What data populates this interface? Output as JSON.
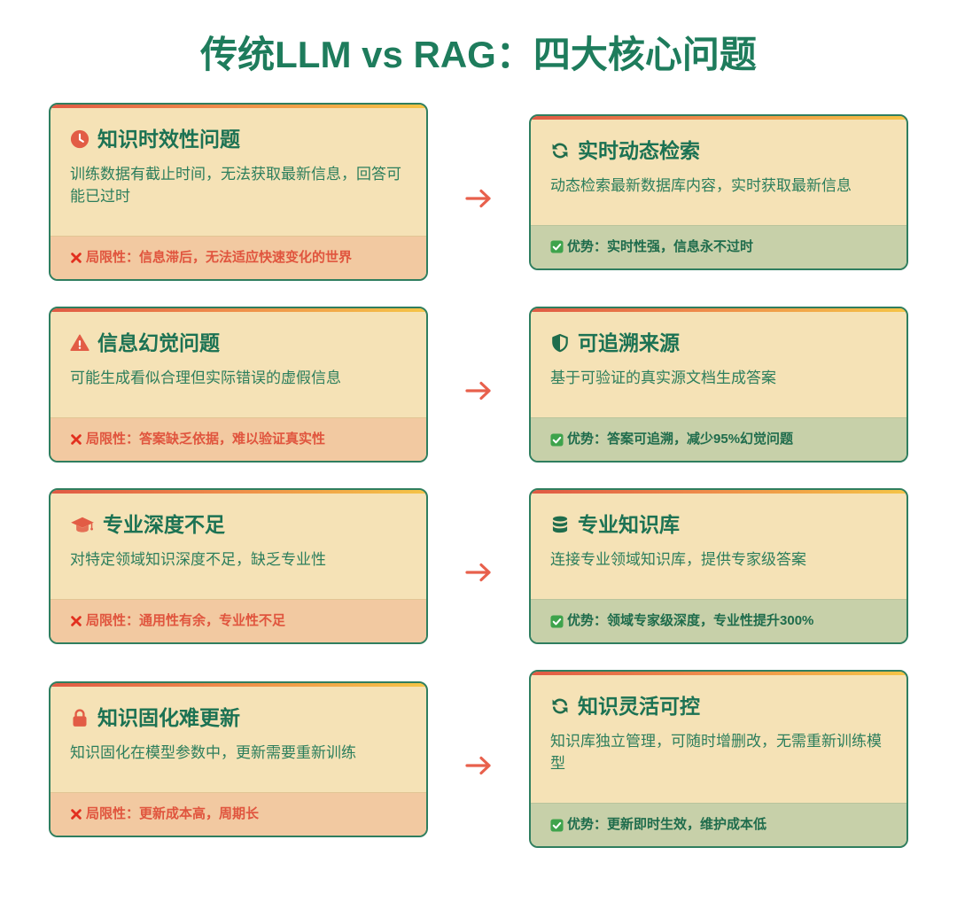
{
  "title": "传统LLM vs RAG：四大核心问题",
  "labels": {
    "limitation": "局限性：",
    "advantage": "优势："
  },
  "rows": [
    {
      "problem": {
        "icon": "clock-icon",
        "title": "知识时效性问题",
        "description": "训练数据有截止时间，无法获取最新信息，回答可能已过时",
        "limitation": "信息滞后，无法适应快速变化的世界"
      },
      "solution": {
        "icon": "sync-icon",
        "title": "实时动态检索",
        "description": "动态检索最新数据库内容，实时获取最新信息",
        "advantage": "实时性强，信息永不过时"
      }
    },
    {
      "problem": {
        "icon": "warning-icon",
        "title": "信息幻觉问题",
        "description": "可能生成看似合理但实际错误的虚假信息",
        "limitation": "答案缺乏依据，难以验证真实性"
      },
      "solution": {
        "icon": "shield-icon",
        "title": "可追溯来源",
        "description": "基于可验证的真实源文档生成答案",
        "advantage": "答案可追溯，减少95%幻觉问题"
      }
    },
    {
      "problem": {
        "icon": "graduation-cap-icon",
        "title": "专业深度不足",
        "description": "对特定领域知识深度不足，缺乏专业性",
        "limitation": "通用性有余，专业性不足"
      },
      "solution": {
        "icon": "database-icon",
        "title": "专业知识库",
        "description": "连接专业领域知识库，提供专家级答案",
        "advantage": "领域专家级深度，专业性提升300%"
      }
    },
    {
      "problem": {
        "icon": "lock-icon",
        "title": "知识固化难更新",
        "description": "知识固化在模型参数中，更新需要重新训练",
        "limitation": "更新成本高，周期长"
      },
      "solution": {
        "icon": "sync-icon",
        "title": "知识灵活可控",
        "description": "知识库独立管理，可随时增删改，无需重新训练模型",
        "advantage": "更新即时生效，维护成本低"
      }
    }
  ],
  "icons": {
    "limitation_marker": "cross-mark-icon",
    "advantage_marker": "check-box-icon",
    "connector": "arrow-right-icon"
  },
  "colors": {
    "title": "#1e7c5c",
    "card_title": "#1c7253",
    "desc": "#2c7e5c",
    "border": "#2f7e5f",
    "card_bg": "#f5e2b6",
    "problem_accent": "#e25c45",
    "problem_footer_bg": "#f2c9a1",
    "problem_footer_text": "#e0553e",
    "cross": "#e2301f",
    "solution_accent": "#1f6c4c",
    "solution_footer_bg": "#c7d0a9",
    "solution_footer_text": "#1f6c4c",
    "check": "#3ea34c",
    "arrow": "#e8604c",
    "strip_start": "#e05a44",
    "strip_mid": "#ee8a4a",
    "strip_end": "#f5c446"
  }
}
